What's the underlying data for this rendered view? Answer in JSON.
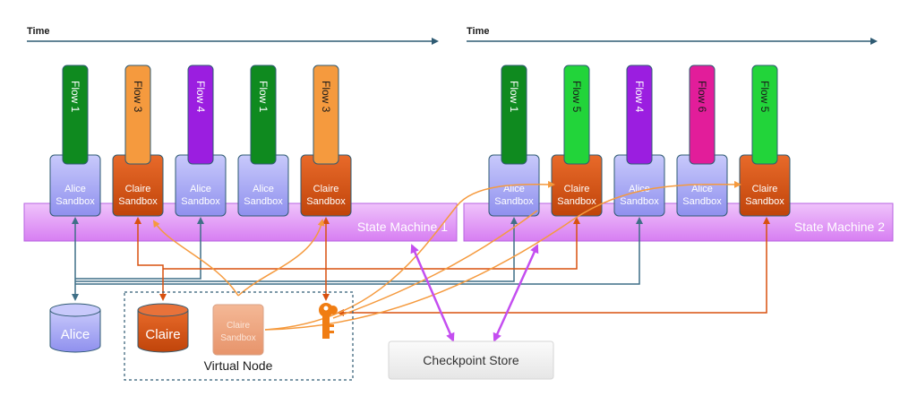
{
  "timelines": [
    {
      "label": "Time"
    },
    {
      "label": "Time"
    }
  ],
  "state_machines": [
    {
      "label": "State Machine 1"
    },
    {
      "label": "State Machine 2"
    }
  ],
  "sandboxes": [
    {
      "line1": "Alice",
      "line2": "Sandbox",
      "kind": "alice"
    },
    {
      "line1": "Claire",
      "line2": "Sandbox",
      "kind": "claire"
    },
    {
      "line1": "Alice",
      "line2": "Sandbox",
      "kind": "alice"
    },
    {
      "line1": "Alice",
      "line2": "Sandbox",
      "kind": "alice"
    },
    {
      "line1": "Claire",
      "line2": "Sandbox",
      "kind": "claire"
    },
    {
      "line1": "Alice",
      "line2": "Sandbox",
      "kind": "alice"
    },
    {
      "line1": "Claire",
      "line2": "Sandbox",
      "kind": "claire"
    },
    {
      "line1": "Alice",
      "line2": "Sandbox",
      "kind": "alice"
    },
    {
      "line1": "Alice",
      "line2": "Sandbox",
      "kind": "alice"
    },
    {
      "line1": "Claire",
      "line2": "Sandbox",
      "kind": "claire"
    }
  ],
  "flows": [
    {
      "label": "Flow 1",
      "color": "#0f8a1f"
    },
    {
      "label": "Flow 3",
      "color": "#f59a3e"
    },
    {
      "label": "Flow 4",
      "color": "#9b1ee0"
    },
    {
      "label": "Flow 1",
      "color": "#0f8a1f"
    },
    {
      "label": "Flow 3",
      "color": "#f59a3e"
    },
    {
      "label": "Flow 1",
      "color": "#0f8a1f"
    },
    {
      "label": "Flow 5",
      "color": "#22d43a"
    },
    {
      "label": "Flow 4",
      "color": "#9b1ee0"
    },
    {
      "label": "Flow 6",
      "color": "#e21d9a"
    },
    {
      "label": "Flow 5",
      "color": "#22d43a"
    }
  ],
  "databases": {
    "alice": "Alice",
    "claire": "Claire"
  },
  "virtual_node": {
    "label": "Virtual Node",
    "sandbox_line1": "Claire",
    "sandbox_line2": "Sandbox"
  },
  "checkpoint_store": "Checkpoint Store",
  "colors": {
    "alice_fill": "#a9aaf5",
    "claire_fill": "#d8500f",
    "state_machine_fill": "#e59ef7",
    "timeline": "#2f5b73",
    "orange_link": "#f59a3e",
    "dark_orange_link": "#d8500f",
    "blue_link": "#3f6f87",
    "checkpoint_link": "#c44ef0"
  }
}
